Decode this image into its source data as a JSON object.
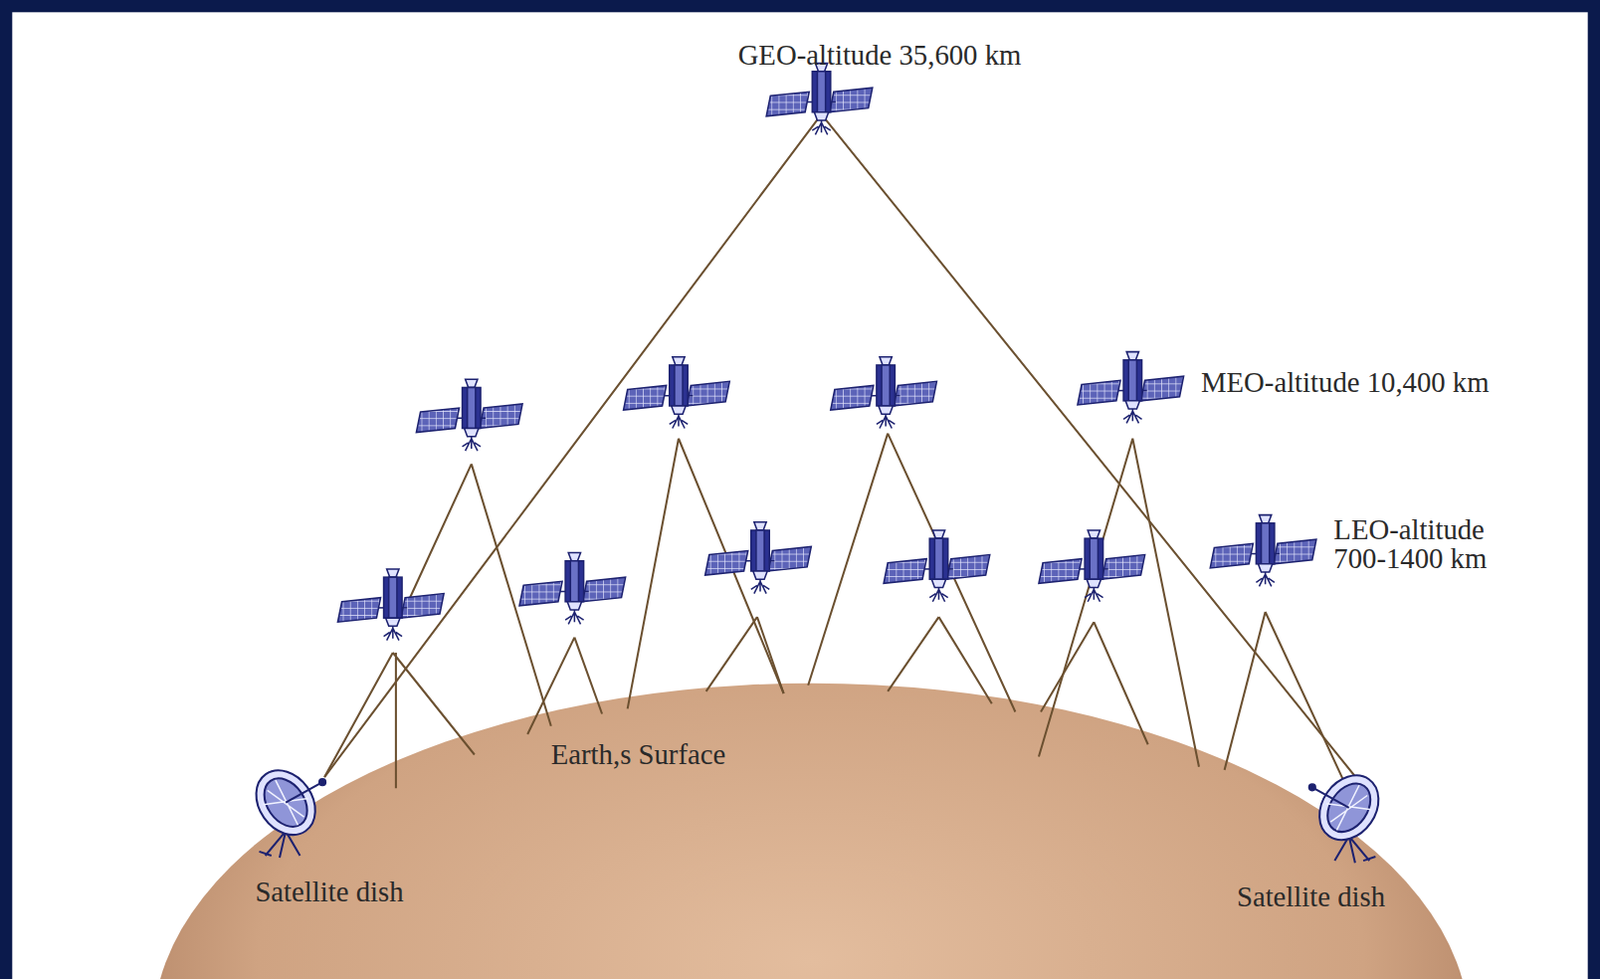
{
  "diagram": {
    "labels": [
      "GEO-altitude 35,600 km",
      "MEO-altitude 10,400 km",
      "LEO-altitude 700-1400 km",
      "Earth,s Surface",
      "Satellite dish",
      "Satellite dish"
    ]
  }
}
